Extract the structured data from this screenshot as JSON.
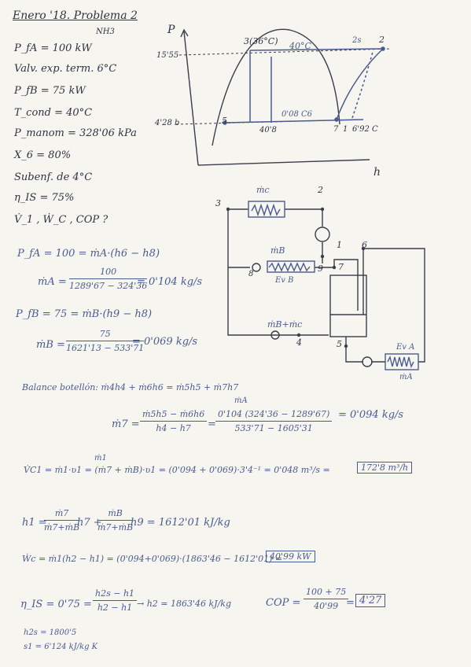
{
  "header": {
    "title": "Enero '18. Problema 2",
    "fluid": "NH3"
  },
  "givens": [
    "P_fA = 100 kW",
    "Valv. exp. term. 6°C",
    "P_fB = 75 kW",
    "T_cond = 40°C",
    "P_manom = 328'06 kPa",
    "X_6 = 80%",
    "Subenf. de 4°C",
    "η_IS = 75%",
    "V̇_1 , Ẇ_C , COP ?"
  ],
  "ph": {
    "p_axis": "P",
    "h_axis": "h",
    "p_high": "15'55",
    "p_low": "4'28 b",
    "t_cond": "40°C",
    "pt3": "3(36°C)",
    "pt2s": "2s",
    "pt2": "2",
    "pt5": "5",
    "pt4": "4",
    "pt48": "40'8",
    "ts": "0'08 C6",
    "pt7": "7",
    "pt1": "1",
    "pt6": "6",
    "t692": "6'92 C"
  },
  "schematic": {
    "mc": "ṁc",
    "mb": "ṁB",
    "eb": "Ev B",
    "mbmc": "ṁB+ṁc",
    "ea": "Ev A",
    "ma": "ṁA",
    "n3": "3",
    "n2": "2",
    "n1": "1",
    "n6": "6",
    "n9": "9",
    "n7": "7",
    "n4": "4",
    "n5": "5",
    "n8": "8"
  },
  "calc": {
    "pfa": "P_fA = 100 = ṁA·(h6 − h8)",
    "ma_lhs": "ṁA =",
    "ma_num": "100",
    "ma_den": "1289'67 − 324'36",
    "ma_res": "= 0'104 kg/s",
    "pfb": "P_fB = 75 = ṁB·(h9 − h8)",
    "mb_lhs": "ṁB =",
    "mb_num": "75",
    "mb_den": "1621'13 − 533'71",
    "mb_res": "= 0'069 kg/s",
    "bal": "Balance botellón: ṁ4h4 + ṁ6h6 = ṁ5h5 + ṁ7h7",
    "bal_sub": "ṁA",
    "m7_lhs": "ṁ7 =",
    "m7_n1": "ṁ5h5 − ṁ6h6",
    "m7_d1": "h4 − h7",
    "m7_n2": "0'104 (324'36 − 1289'67)",
    "m7_d2": "533'71 − 1605'31",
    "m7_res": "= 0'094 kg/s",
    "v1_lhs": "V̇C1 = ṁ1·ʋ1 = (ṁ7 + ṁB)·ʋ1 = (0'094 + 0'069)·3'4⁻¹ = 0'048 m³/s =",
    "v1_sup": "ṁ1",
    "v1_box": "172'8 m³/h",
    "h1_lhs": "h1 =",
    "h1_a_n": "ṁ7",
    "h1_a_d": "ṁ7+ṁB",
    "h1_mid": "h7 +",
    "h1_b_n": "ṁB",
    "h1_b_d": "ṁ7+ṁB",
    "h1_res": "h9 = 1612'01 kJ/kg",
    "wc": "Ẇc = ṁ1(h2 − h1) = (0'094+0'069)·(1863'46 − 1612'01) =",
    "wc_box": "40'99 kW",
    "eta_lhs": "η_IS = 0'75 =",
    "eta_n": "h2s − h1",
    "eta_d": "h2 − h1",
    "eta_res": "→ h2 = 1863'46 kJ/kg",
    "cop_lhs": "COP =",
    "cop_n": "100 + 75",
    "cop_d": "40'99",
    "cop_box": "4'27",
    "h2s": "h2s = 1800'5",
    "s1": "s1 = 6'124 kJ/kg K"
  }
}
